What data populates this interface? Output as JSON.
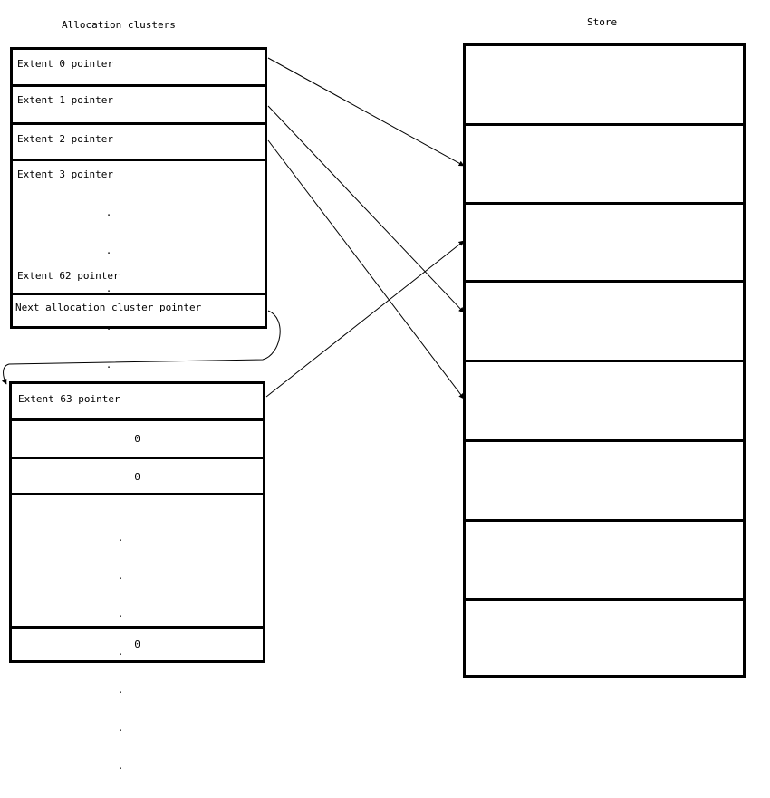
{
  "titles": {
    "allocation": "Allocation clusters",
    "store": "Store"
  },
  "cluster1": {
    "extent0": "Extent 0 pointer",
    "extent1": "Extent 1 pointer",
    "extent2": "Extent 2 pointer",
    "extent3": "Extent 3 pointer",
    "extent62": "Extent 62 pointer",
    "next": "Next allocation cluster pointer",
    "dot": "."
  },
  "cluster2": {
    "extent63": "Extent 63 pointer",
    "zero1": "0",
    "zero2": "0",
    "zero_last": "0",
    "dot": "."
  },
  "colors": {
    "line": "#000000",
    "background": "#ffffff"
  }
}
